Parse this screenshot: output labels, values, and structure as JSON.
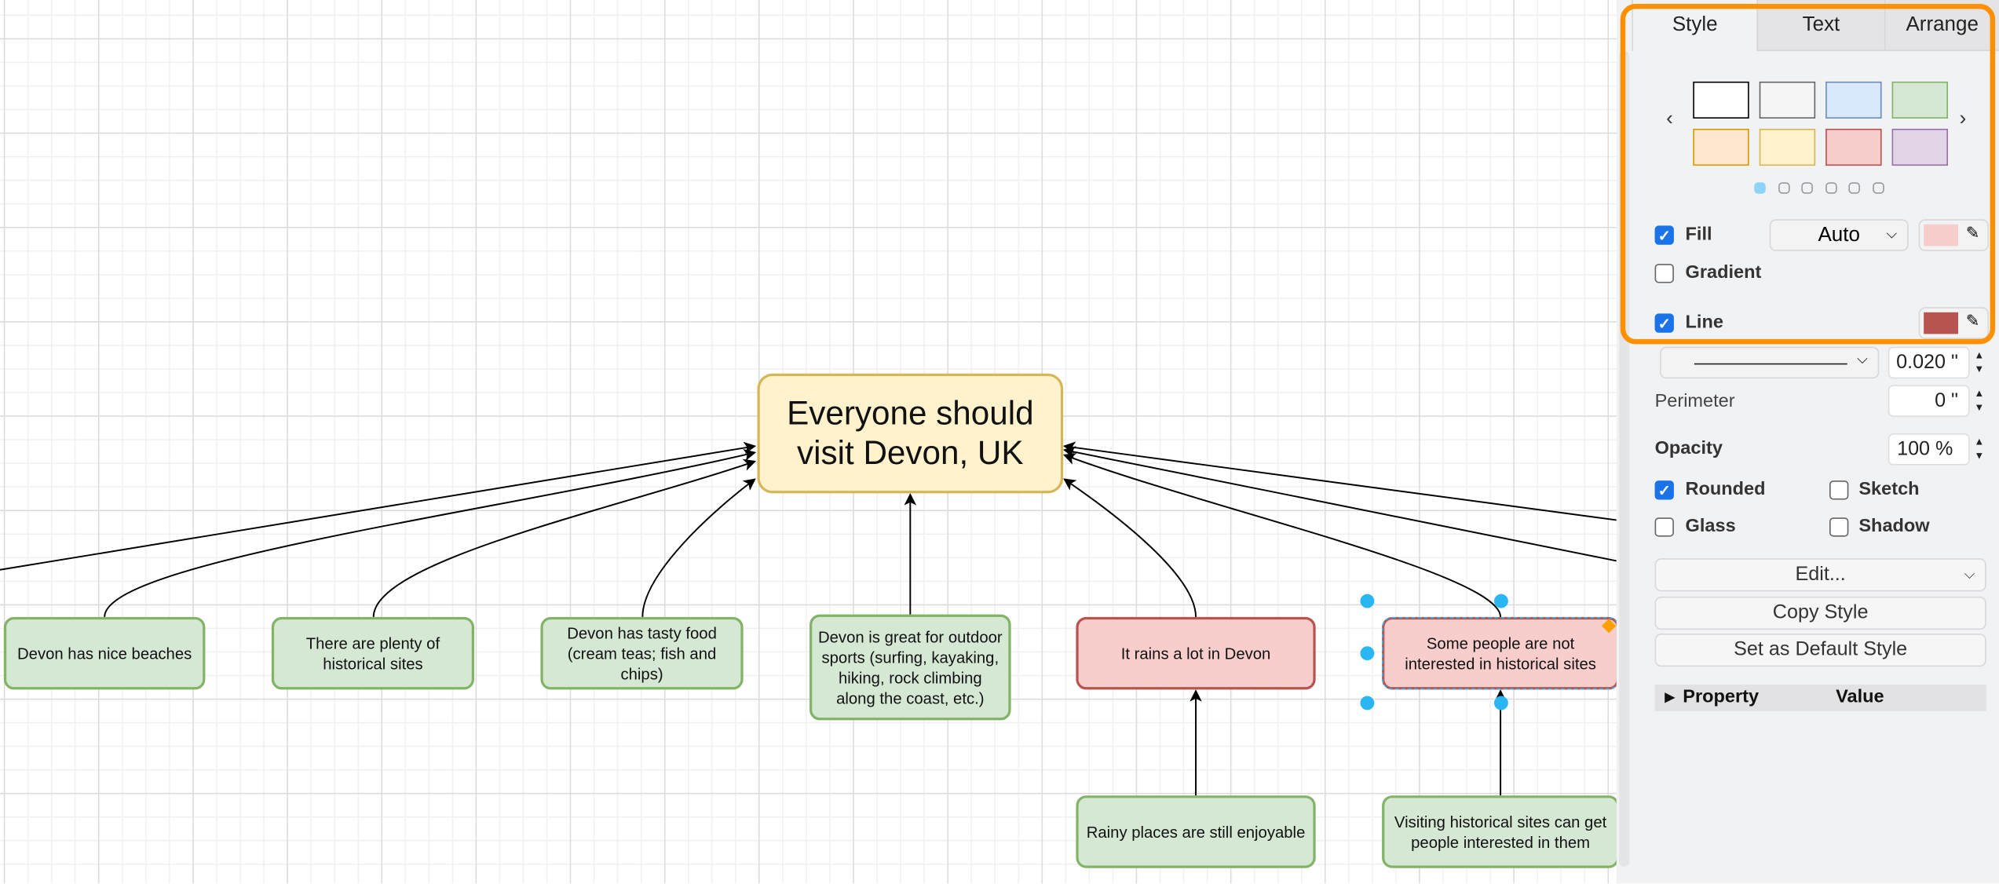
{
  "diagram": {
    "main": "Everyone should visit Devon, UK",
    "nodes": [
      "Devon has nice beaches",
      "There are plenty of historical sites",
      "Devon has tasty food (cream teas; fish and chips)",
      "Devon is great for outdoor sports (surfing, kayaking, hiking, rock climbing along the coast, etc.)",
      "It rains a lot in Devon",
      "Some people are not interested in historical sites",
      "Rainy places are still enjoyable",
      "Visiting historical sites can get people interested in them"
    ],
    "colors": {
      "support_fill": "#d5e8d4",
      "support_stroke": "#82b366",
      "objection_fill": "#f8cecc",
      "objection_stroke": "#b85450",
      "main_fill": "#fff2cc",
      "main_stroke": "#d6b656",
      "selection": "#29b6f2"
    }
  },
  "panel": {
    "tabs": [
      "Style",
      "Text",
      "Arrange"
    ],
    "active_tab": "Style",
    "swatches": [
      {
        "fill": "#ffffff",
        "stroke": "#000000"
      },
      {
        "fill": "#f5f5f5",
        "stroke": "#666666"
      },
      {
        "fill": "#dae8fc",
        "stroke": "#6c8ebf"
      },
      {
        "fill": "#d5e8d4",
        "stroke": "#82b366"
      },
      {
        "fill": "#ffe6cc",
        "stroke": "#d79b00"
      },
      {
        "fill": "#fff2cc",
        "stroke": "#d6b656"
      },
      {
        "fill": "#f8cecc",
        "stroke": "#b85450"
      },
      {
        "fill": "#e1d5e7",
        "stroke": "#9673a6"
      }
    ],
    "swatch_page": 1,
    "swatch_pages": 6,
    "fill": {
      "label": "Fill",
      "checked": true,
      "mode": "Auto",
      "color": "#f8cecc"
    },
    "gradient": {
      "label": "Gradient",
      "checked": false
    },
    "line": {
      "label": "Line",
      "checked": true,
      "color": "#b85450",
      "width": "0.020 \""
    },
    "perimeter": {
      "label": "Perimeter",
      "value": "0 \""
    },
    "opacity": {
      "label": "Opacity",
      "value": "100 %"
    },
    "rounded": {
      "label": "Rounded",
      "checked": true
    },
    "sketch": {
      "label": "Sketch",
      "checked": false
    },
    "glass": {
      "label": "Glass",
      "checked": false
    },
    "shadow": {
      "label": "Shadow",
      "checked": false
    },
    "edit": "Edit...",
    "copy_style": "Copy Style",
    "set_default": "Set as Default Style",
    "property_header": {
      "property": "Property",
      "value": "Value"
    },
    "highlight_color": "#ff9000"
  }
}
